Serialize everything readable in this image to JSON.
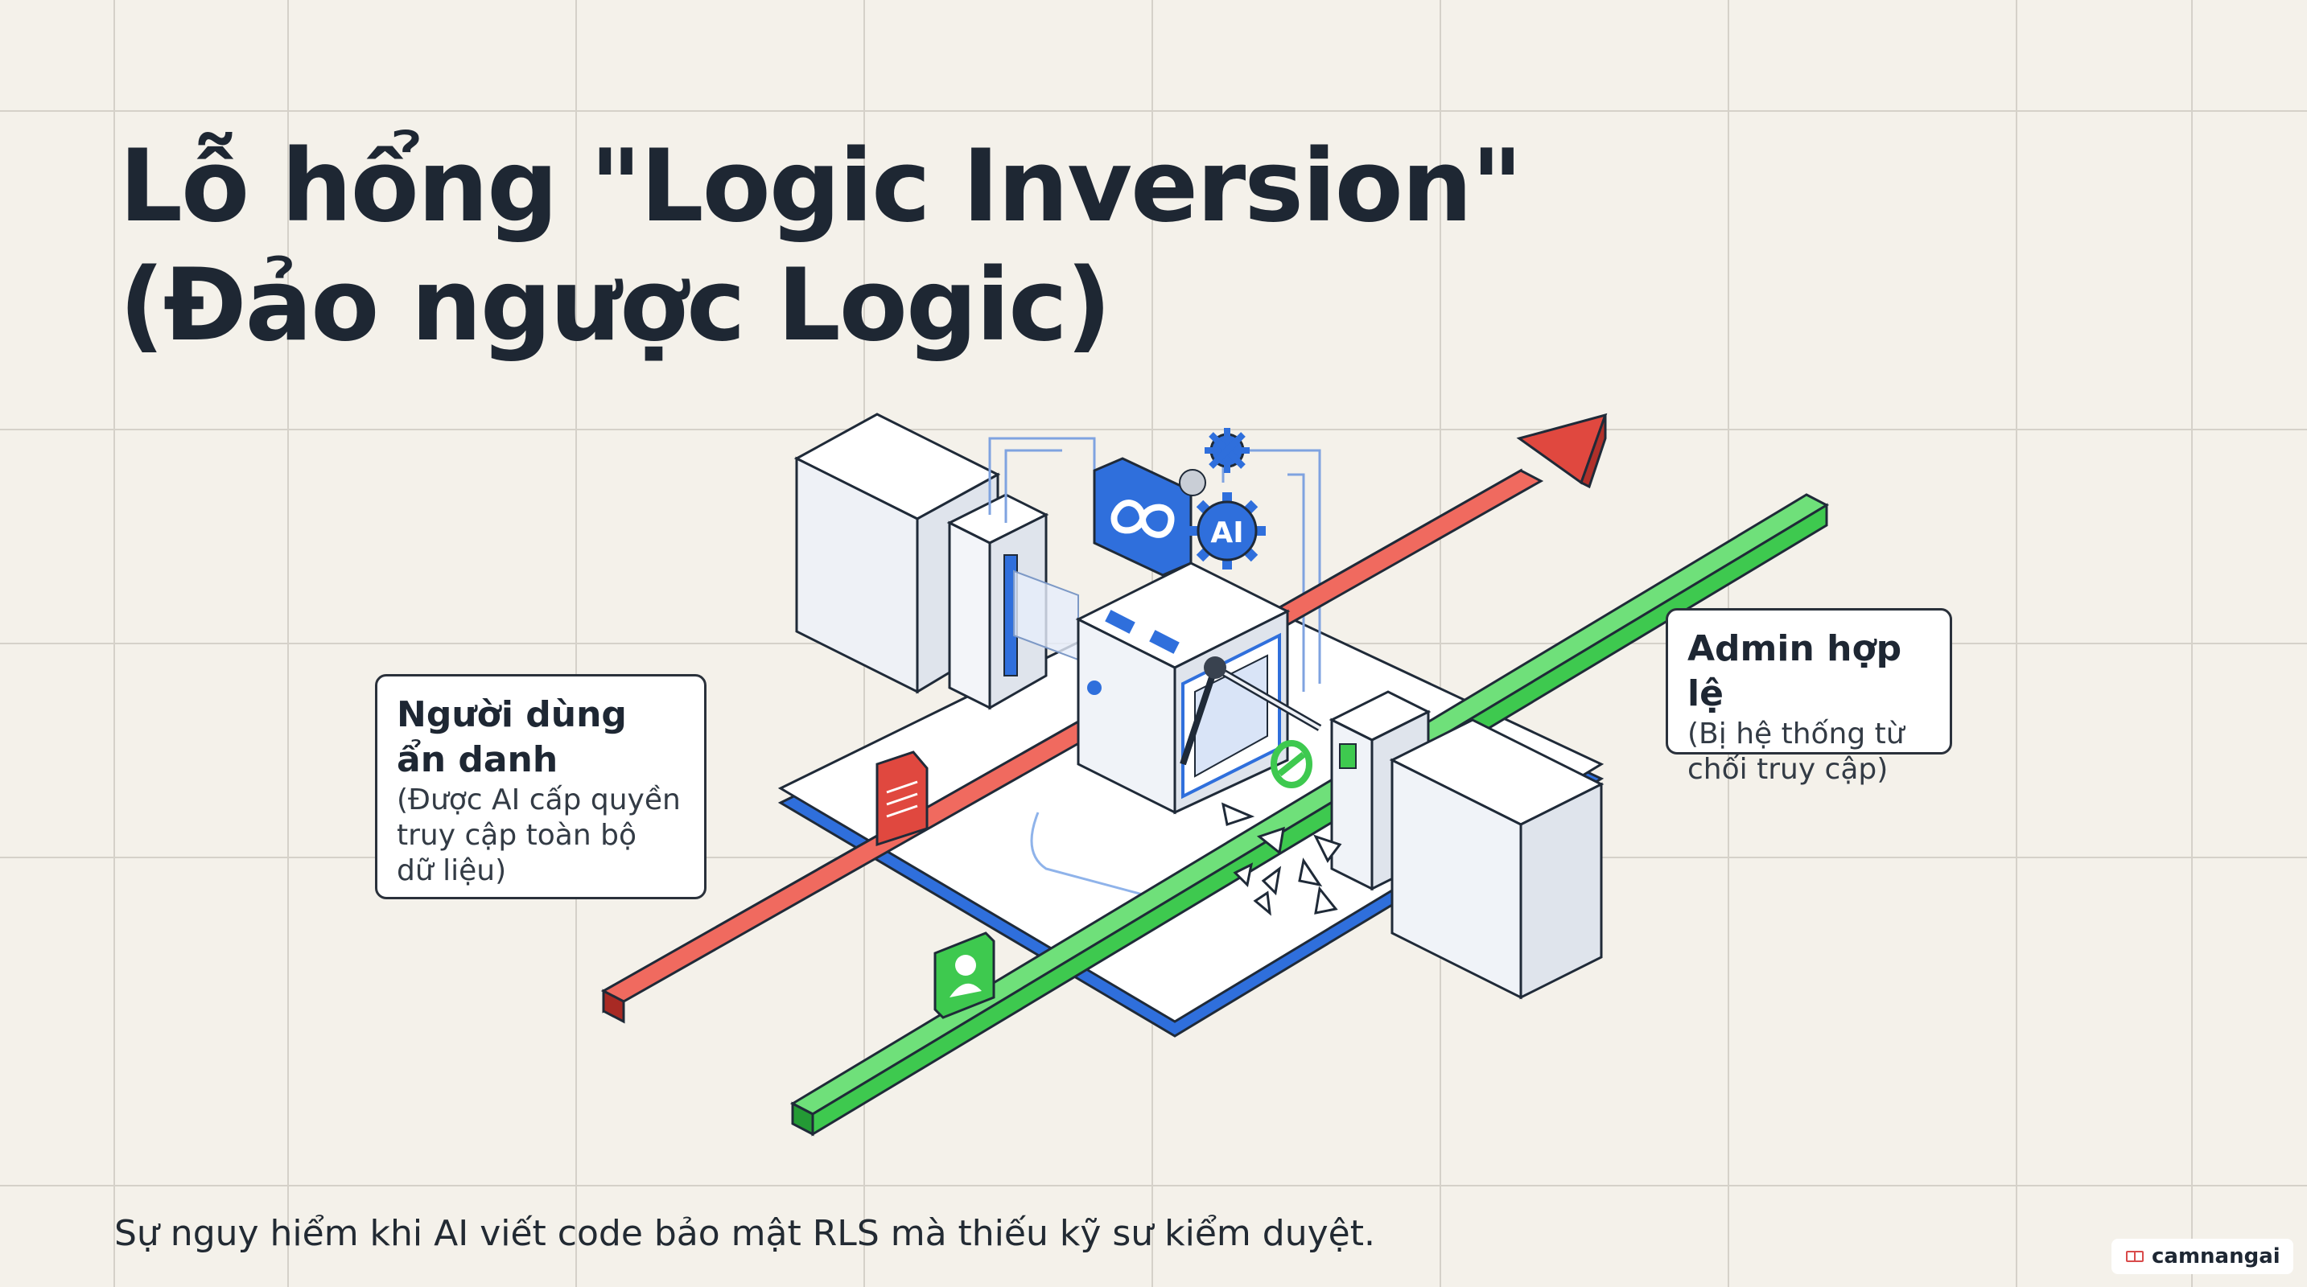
{
  "title": {
    "line1": "Lỗ hổng \"Logic Inversion\"",
    "line2": "(Đảo ngược Logic)"
  },
  "callouts": {
    "anonymous": {
      "title_line1": "Người dùng",
      "title_line2": "ẩn danh",
      "desc_line1": "(Được AI cấp quyền",
      "desc_line2": "truy cập toàn bộ",
      "desc_line3": "dữ liệu)"
    },
    "admin": {
      "title": "Admin hợp lệ",
      "desc_line1": "(Bị hệ thống từ",
      "desc_line2": "chối truy cập)"
    }
  },
  "ai_badge_text": "AI",
  "footer_text": "Sự nguy hiểm khi AI viết code bảo mật RLS mà thiếu kỹ sư kiểm duyệt.",
  "watermark": "camnangai",
  "colors": {
    "background": "#f4f1ea",
    "grid": "#d5d1c9",
    "red_path": "#e0483f",
    "green_path": "#3ec94f",
    "accent_blue": "#2f6fdc",
    "text": "#1e2733"
  },
  "icons": [
    "infinity-icon",
    "gear-icon",
    "document-icon",
    "user-icon",
    "no-entry-icon"
  ]
}
